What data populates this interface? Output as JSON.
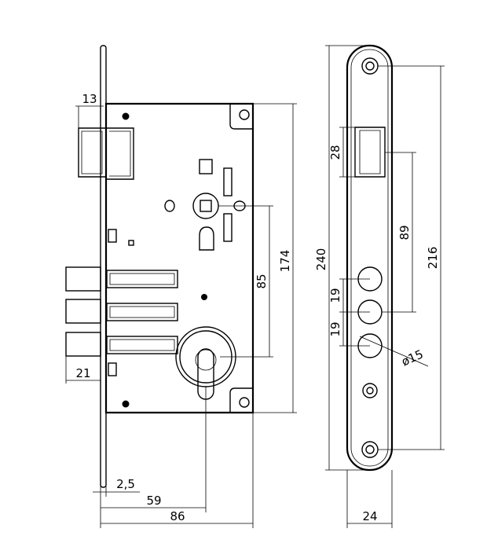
{
  "drawing": {
    "dimensions": {
      "bolt_offset": "13",
      "backset_total": "86",
      "backset": "59",
      "faceplate_thickness": "2,5",
      "latch_projection": "21",
      "case_height": "174",
      "center_distance": "85",
      "faceplate_length": "240",
      "screw_spacing": "216",
      "bolt_width": "28",
      "bolt_to_cylinder": "89",
      "hole_spacing_1": "19",
      "hole_spacing_2": "19",
      "hole_diameter": "ø15",
      "faceplate_width": "24"
    }
  }
}
